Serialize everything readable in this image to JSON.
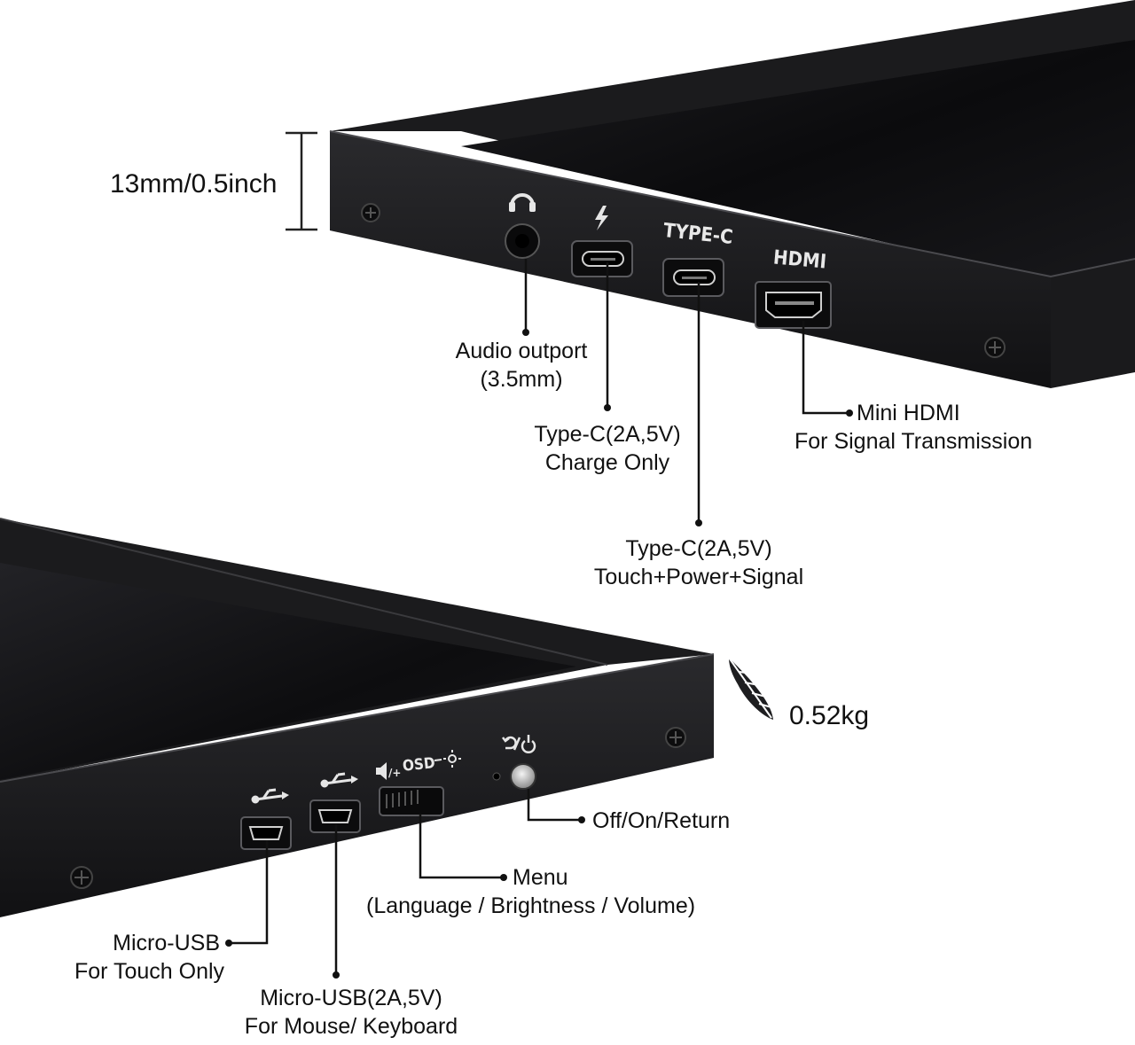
{
  "top_device": {
    "thickness": "13mm/0.5inch",
    "port_labels": {
      "typec": "TYPE-C",
      "hdmi": "HDMI"
    },
    "callouts": {
      "audio": [
        "Audio outport",
        "(3.5mm)"
      ],
      "charge": [
        "Type-C(2A,5V)",
        "Charge Only"
      ],
      "signal": [
        "Type-C(2A,5V)",
        "Touch+Power+Signal"
      ],
      "hdmi": [
        "Mini HDMI",
        "For Signal Transmission"
      ]
    }
  },
  "bottom_device": {
    "weight": "0.52kg",
    "port_labels": {
      "osd": "OSD"
    },
    "callouts": {
      "power": [
        "Off/On/Return"
      ],
      "menu": [
        "Menu",
        "(Language / Brightness / Volume)"
      ],
      "usb_touch": [
        "Micro-USB",
        "For Touch Only"
      ],
      "usb_power": [
        "Micro-USB(2A,5V)",
        "For Mouse/ Keyboard"
      ]
    }
  },
  "colors": {
    "bezel": "#1b1b1d",
    "screen": "#0c0c0e",
    "edge": "#3a3a3d",
    "text": "#111111"
  },
  "icons": [
    "headphone-icon",
    "lightning-icon",
    "usb-icon",
    "speaker-icon",
    "brightness-icon",
    "power-return-icon",
    "feather-icon",
    "screw-icon"
  ]
}
